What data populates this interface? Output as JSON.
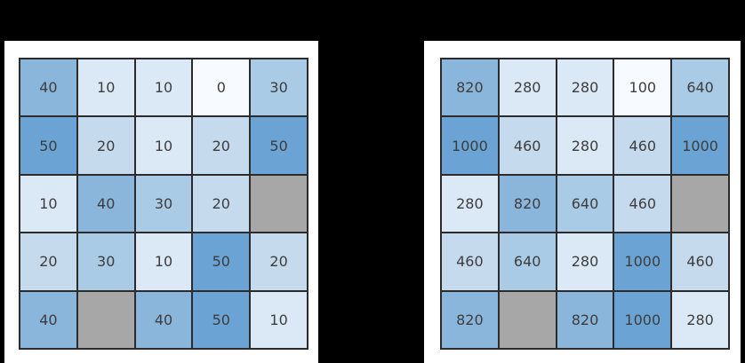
{
  "page": {
    "background_color": "#000000",
    "panel_background_color": "#ffffff",
    "cell_border_color": "#2b2b2b",
    "cell_text_color": "#3d3d3d",
    "missing_cell_color": "#a7a7a7"
  },
  "heatmaps": [
    {
      "name": "left-heatmap",
      "rows": [
        [
          40,
          10,
          10,
          0,
          30
        ],
        [
          50,
          20,
          10,
          20,
          50
        ],
        [
          10,
          40,
          30,
          20,
          null
        ],
        [
          20,
          30,
          10,
          50,
          20
        ],
        [
          40,
          null,
          40,
          50,
          10
        ]
      ],
      "value_colors": {
        "0": "#f7fbff",
        "10": "#dbe9f6",
        "20": "#c6daee",
        "30": "#a9cbe5",
        "40": "#8ab6db",
        "50": "#6aa3d4"
      }
    },
    {
      "name": "right-heatmap",
      "rows": [
        [
          820,
          280,
          280,
          100,
          640
        ],
        [
          1000,
          460,
          280,
          460,
          1000
        ],
        [
          280,
          820,
          640,
          460,
          null
        ],
        [
          460,
          640,
          280,
          1000,
          460
        ],
        [
          820,
          null,
          820,
          1000,
          280
        ]
      ],
      "value_colors": {
        "100": "#f7fbff",
        "280": "#dbe9f6",
        "460": "#c6daee",
        "640": "#a9cbe5",
        "820": "#8ab6db",
        "1000": "#6aa3d4"
      }
    }
  ],
  "chart_data": [
    {
      "type": "heatmap",
      "title": "",
      "xlabel": "",
      "ylabel": "",
      "rows": 5,
      "cols": 5,
      "values": [
        [
          40,
          10,
          10,
          0,
          30
        ],
        [
          50,
          20,
          10,
          20,
          50
        ],
        [
          10,
          40,
          30,
          20,
          null
        ],
        [
          20,
          30,
          10,
          50,
          20
        ],
        [
          40,
          null,
          40,
          50,
          10
        ]
      ],
      "value_range": [
        0,
        50
      ],
      "colormap": "Blues",
      "missing_values_shown_as": "gray cells",
      "annotations": "each cell labeled with its numeric value",
      "legend": "none",
      "grid": "black cell borders"
    },
    {
      "type": "heatmap",
      "title": "",
      "xlabel": "",
      "ylabel": "",
      "rows": 5,
      "cols": 5,
      "values": [
        [
          820,
          280,
          280,
          100,
          640
        ],
        [
          1000,
          460,
          280,
          460,
          1000
        ],
        [
          280,
          820,
          640,
          460,
          null
        ],
        [
          460,
          640,
          280,
          1000,
          460
        ],
        [
          820,
          null,
          820,
          1000,
          280
        ]
      ],
      "value_range": [
        100,
        1000
      ],
      "colormap": "Blues",
      "missing_values_shown_as": "gray cells",
      "annotations": "each cell labeled with its numeric value",
      "legend": "none",
      "grid": "black cell borders"
    }
  ]
}
